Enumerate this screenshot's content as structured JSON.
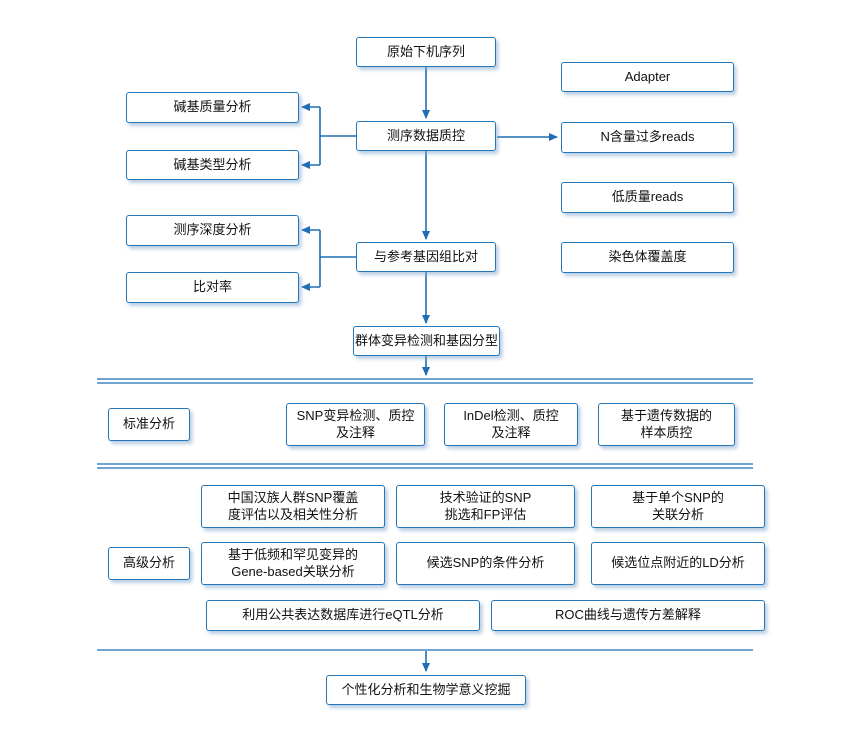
{
  "flowchart": {
    "colors": {
      "box_border": "#2478b8",
      "connector_line": "#1f6eb4",
      "shadow": "#9bb8d6",
      "text": "#111111",
      "background": "#ffffff"
    },
    "nodes": {
      "raw_sequence": "原始下机序列",
      "adapter": "Adapter",
      "base_quality": "碱基质量分析",
      "qc": "测序数据质控",
      "n_reads": "N含量过多reads",
      "base_type": "碱基类型分析",
      "low_quality_reads": "低质量reads",
      "depth_analysis": "测序深度分析",
      "align_ref": "与参考基因组比对",
      "chromosome_coverage": "染色体覆盖度",
      "alignment_rate": "比对率",
      "variant_genotyping": "群体变异检测和基因分型",
      "standard_label": "标准分析",
      "snp_detection": "SNP变异检测、质控\n及注释",
      "indel_detection": "InDel检测、质控\n及注释",
      "sample_qc": "基于遗传数据的\n样本质控",
      "advanced_label": "高级分析",
      "han_snp_coverage": "中国汉族人群SNP覆盖\n度评估以及相关性分析",
      "tech_snp_fp": "技术验证的SNP\n挑选和FP评估",
      "single_snp_assoc": "基于单个SNP的\n关联分析",
      "gene_based_assoc": "基于低频和罕见变异的\nGene-based关联分析",
      "candidate_snp_conditional": "候选SNP的条件分析",
      "ld_analysis": "候选位点附近的LD分析",
      "eqtl": "利用公共表达数据库进行eQTL分析",
      "roc_variance": "ROC曲线与遗传方差解释",
      "personalized": "个性化分析和生物学意义挖掘"
    }
  }
}
